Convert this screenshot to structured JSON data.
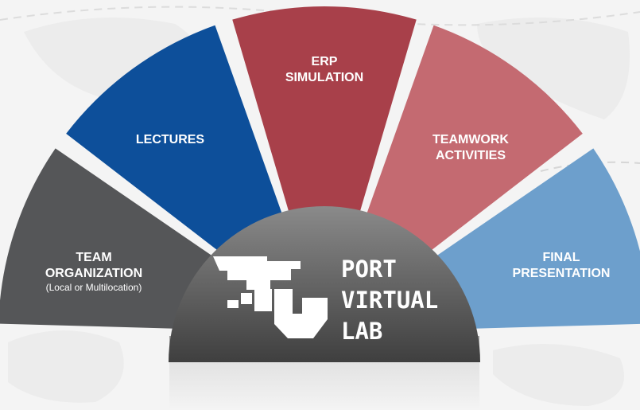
{
  "diagram": {
    "segments": [
      {
        "id": "team-organization",
        "lines": [
          "TEAM",
          "ORGANIZATION"
        ],
        "sub": "(Local or Multilocation)",
        "color": "#555658"
      },
      {
        "id": "lectures",
        "lines": [
          "LECTURES"
        ],
        "sub": "",
        "color": "#0d4f9a"
      },
      {
        "id": "erp-simulation",
        "lines": [
          "ERP",
          "SIMULATION"
        ],
        "sub": "",
        "color": "#a8404a"
      },
      {
        "id": "teamwork-activities",
        "lines": [
          "TEAMWORK",
          "ACTIVITIES"
        ],
        "sub": "",
        "color": "#c46a71"
      },
      {
        "id": "final-presentation",
        "lines": [
          "FINAL",
          "PRESENTATION"
        ],
        "sub": "",
        "color": "#6d9fcc"
      }
    ],
    "hub": {
      "logo_lines": [
        "PORT",
        "VIRTUAL",
        "LAB"
      ],
      "color_top": "#8a8a8a",
      "color_bottom": "#3f3f3f"
    },
    "background": "#f4f4f4"
  }
}
